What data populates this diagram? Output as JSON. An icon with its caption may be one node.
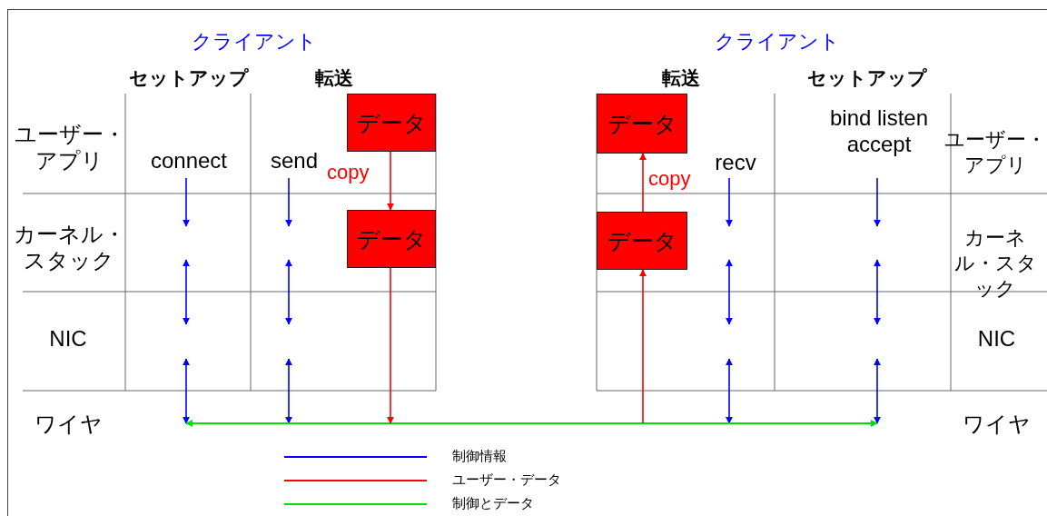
{
  "diagram": {
    "nodes": [
      {
        "text": [
          "データ"
        ]
      },
      {
        "text": [
          "データ"
        ]
      },
      {
        "text": [
          "データ"
        ]
      },
      {
        "text": [
          "データ"
        ]
      }
    ],
    "edges": [
      {
        "from": 0,
        "to": 1,
        "arrow": "to",
        "label": "copy"
      },
      {
        "from": 1,
        "to": null,
        "arrow": "to"
      },
      {
        "from": null,
        "to": 3,
        "arrow": "to"
      },
      {
        "from": 3,
        "to": 2,
        "arrow": "to",
        "label": "copy"
      }
    ],
    "labels": [
      "クライアント",
      "クライアント",
      "セットアップ",
      "転送",
      "転送",
      "セットアップ",
      "ユーザー・アプリ",
      "connect",
      "send",
      "recv",
      "bind listen accept",
      "ユーザー・アプリ",
      "カーネル・スタック",
      "カーネル・スタック",
      "NIC",
      "NIC",
      "ワイヤ",
      "ワイヤ"
    ],
    "legend": [
      {
        "text": "制御情報"
      },
      {
        "text": "ユーザー・データ"
      },
      {
        "text": "制御とデータ"
      }
    ]
  }
}
